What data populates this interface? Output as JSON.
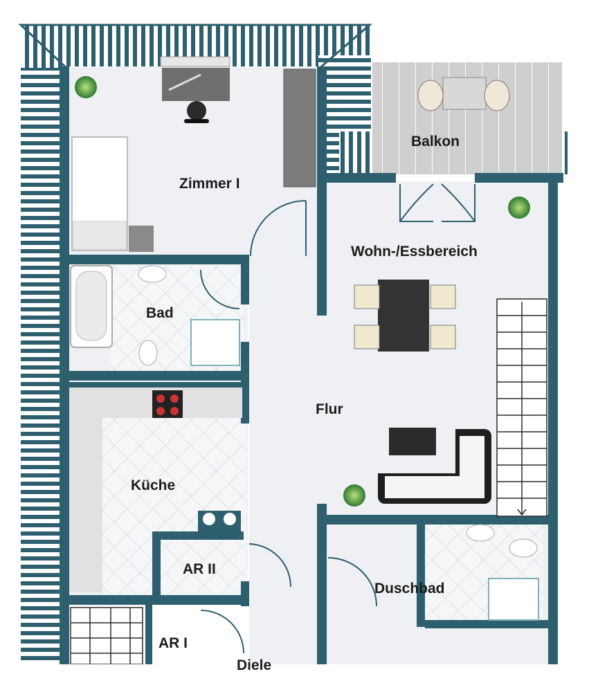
{
  "floorplan": {
    "rooms": {
      "zimmer": "Zimmer I",
      "balkon": "Balkon",
      "wohn": "Wohn-/Essbereich",
      "bad": "Bad",
      "flur": "Flur",
      "kueche": "Küche",
      "ar2": "AR II",
      "duschbad": "Duschbad",
      "ar1": "AR I",
      "diele": "Diele"
    },
    "colors": {
      "wall": "#2e5f6f",
      "roof_hatch": "#2e5f6f",
      "floor": "#eef0f3",
      "tile": "#f4f5f7",
      "balcony": "#c9c9c9",
      "plant": "#3c8a3c"
    },
    "icons": [
      "desk-icon",
      "office-chair-icon",
      "plant-icon",
      "bed-icon",
      "wardrobe-icon",
      "bathtub-icon",
      "toilet-icon",
      "sink-icon",
      "shower-icon",
      "stove-icon",
      "dining-table-icon",
      "sofa-icon",
      "coffee-table-icon",
      "staircase-icon",
      "balcony-table-icon"
    ]
  }
}
